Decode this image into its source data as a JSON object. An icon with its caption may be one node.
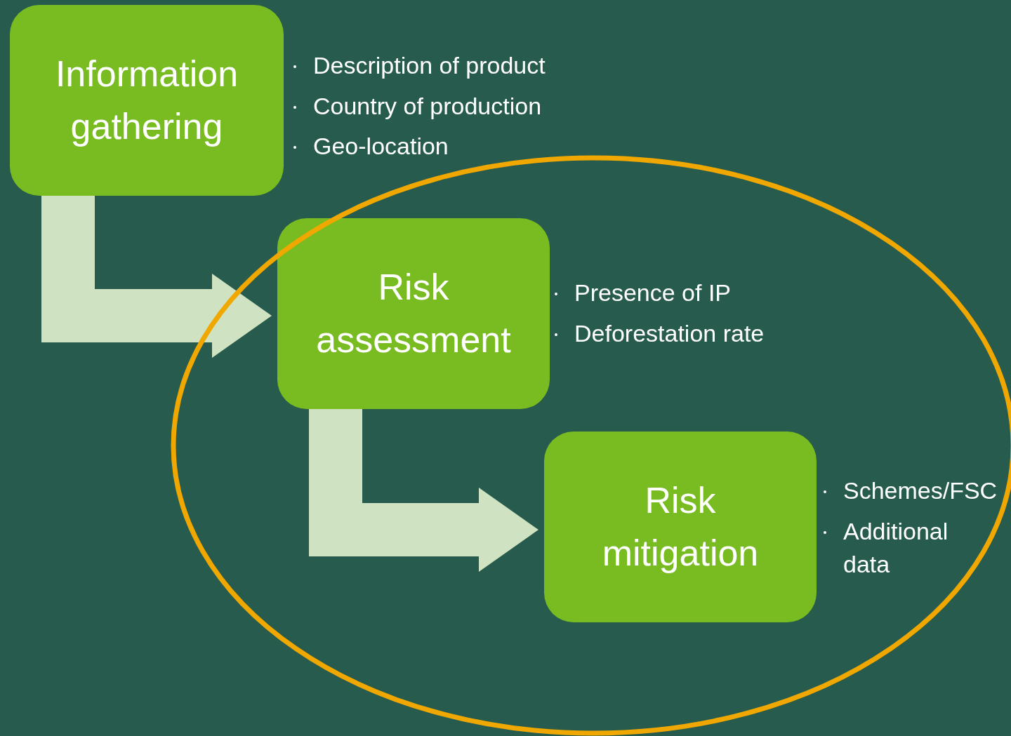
{
  "diagram": {
    "nodes": [
      {
        "text": [
          "Information gathering"
        ],
        "beside": [
          "Description of product",
          "Country of production",
          "Geo-location"
        ]
      },
      {
        "text": [
          "Risk assessment"
        ],
        "beside": [
          "Presence of IP",
          "Deforestation rate"
        ]
      },
      {
        "text": [
          "Risk mitigation"
        ],
        "beside": [
          "Schemes/FSC",
          "Additional data"
        ]
      }
    ],
    "edges": [
      {
        "from": 0,
        "to": 1,
        "arrow": "to"
      },
      {
        "from": 1,
        "to": 2,
        "arrow": "to"
      }
    ]
  }
}
